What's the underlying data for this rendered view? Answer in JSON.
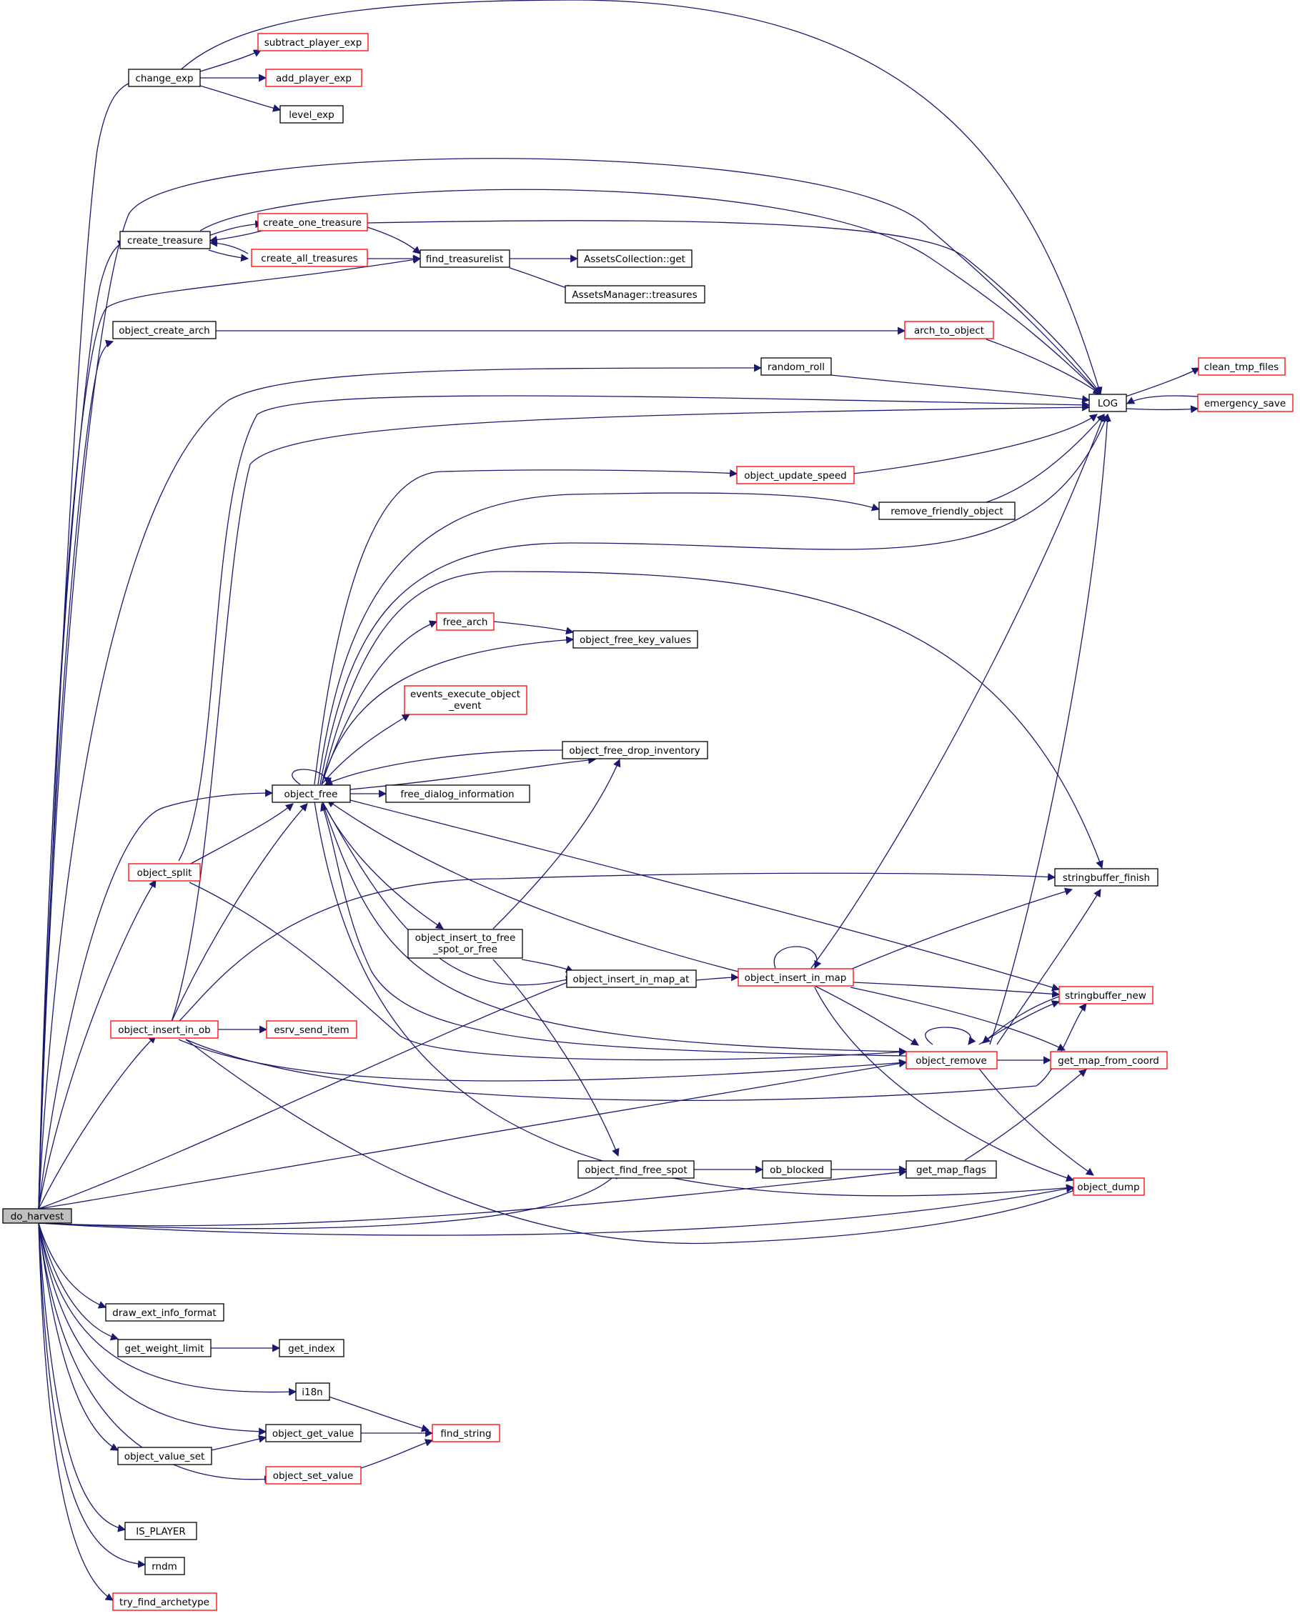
{
  "colors": {
    "edge": "#191970",
    "root_fill": "#bfbfbf",
    "border_normal": "#000000",
    "border_truncated": "#ff0000",
    "background": "#ffffff"
  },
  "nodes": {
    "do_harvest": "do_harvest",
    "change_exp": "change_exp",
    "subtract_player_exp": "subtract_player_exp",
    "add_player_exp": "add_player_exp",
    "level_exp": "level_exp",
    "create_treasure": "create_treasure",
    "create_one_treasure": "create_one_treasure",
    "create_all_treasures": "create_all_treasures",
    "find_treasurelist": "find_treasurelist",
    "assets_get": "AssetsCollection::get",
    "assets_treasures": "AssetsManager::treasures",
    "object_create_arch": "object_create_arch",
    "arch_to_object": "arch_to_object",
    "random_roll": "random_roll",
    "log": "LOG",
    "clean_tmp_files": "clean_tmp_files",
    "emergency_save": "emergency_save",
    "object_update_speed": "object_update_speed",
    "remove_friendly_object": "remove_friendly_object",
    "free_arch": "free_arch",
    "object_free_key_values": "object_free_key_values",
    "events_execute_1": "events_execute_object",
    "events_execute_2": "_event",
    "object_free_drop_inventory": "object_free_drop_inventory",
    "object_free": "object_free",
    "free_dialog_information": "free_dialog_information",
    "object_split": "object_split",
    "stringbuffer_finish": "stringbuffer_finish",
    "object_insert_to_free_1": "object_insert_to_free",
    "object_insert_to_free_2": "_spot_or_free",
    "object_insert_in_map_at": "object_insert_in_map_at",
    "object_insert_in_map": "object_insert_in_map",
    "stringbuffer_new": "stringbuffer_new",
    "object_insert_in_ob": "object_insert_in_ob",
    "esrv_send_item": "esrv_send_item",
    "object_remove": "object_remove",
    "get_map_from_coord": "get_map_from_coord",
    "object_find_free_spot": "object_find_free_spot",
    "ob_blocked": "ob_blocked",
    "get_map_flags": "get_map_flags",
    "object_dump": "object_dump",
    "draw_ext_info_format": "draw_ext_info_format",
    "get_weight_limit": "get_weight_limit",
    "get_index": "get_index",
    "i18n": "i18n",
    "object_get_value": "object_get_value",
    "find_string": "find_string",
    "object_value_set": "object_value_set",
    "object_set_value": "object_set_value",
    "is_player": "IS_PLAYER",
    "rndm": "rndm",
    "try_find_archetype": "try_find_archetype"
  }
}
